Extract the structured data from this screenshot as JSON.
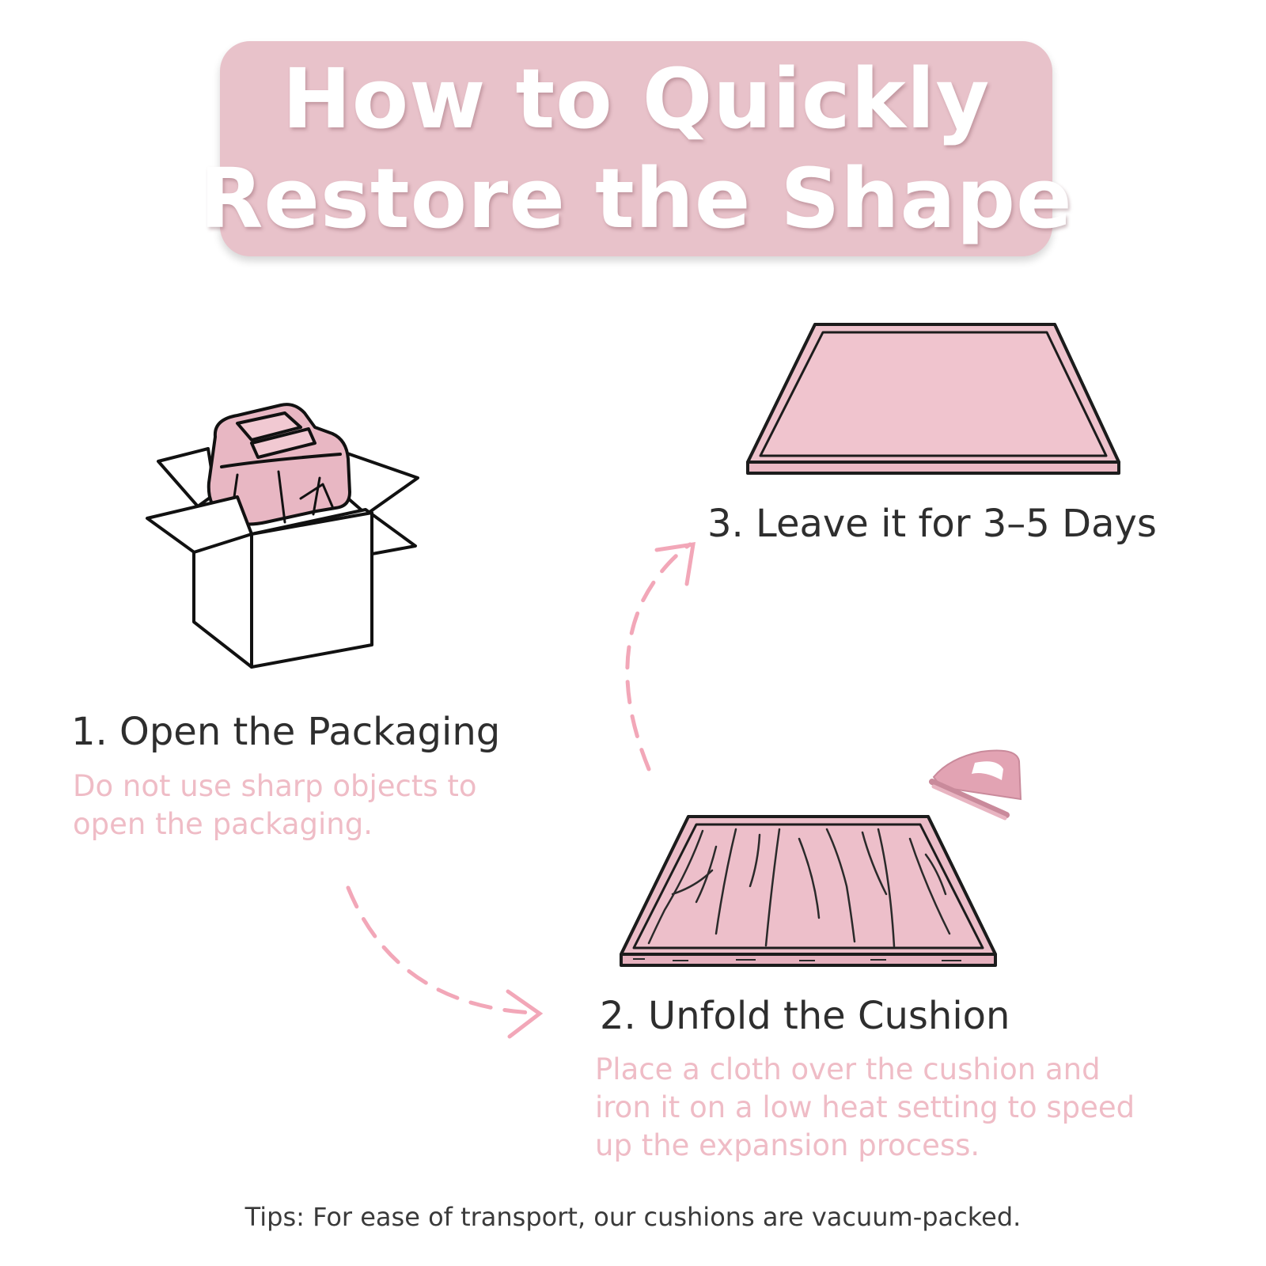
{
  "header": {
    "title_line1": "How to Quickly",
    "title_line2": "Restore the Shape"
  },
  "steps": [
    {
      "title": "1. Open the Packaging",
      "description": "Do not use sharp objects to open the packaging."
    },
    {
      "title": "2. Unfold the Cushion",
      "description": "Place a cloth over the cushion and iron it on a low heat setting to speed up the expansion process."
    },
    {
      "title": "3. Leave it for 3–5 Days"
    }
  ],
  "tips": "Tips: For ease of transport, our cushions are vacuum-packed.",
  "colors": {
    "banner": "#e8c2ca",
    "cushion": "#eab9c4",
    "arrow": "#f2a7b8",
    "description_text": "#efbcc6",
    "title_text": "#2e2e2e"
  },
  "icons": [
    "open-box-icon",
    "flat-cushion-icon",
    "wrinkled-cushion-icon",
    "iron-icon",
    "dashed-arrow-icon"
  ]
}
